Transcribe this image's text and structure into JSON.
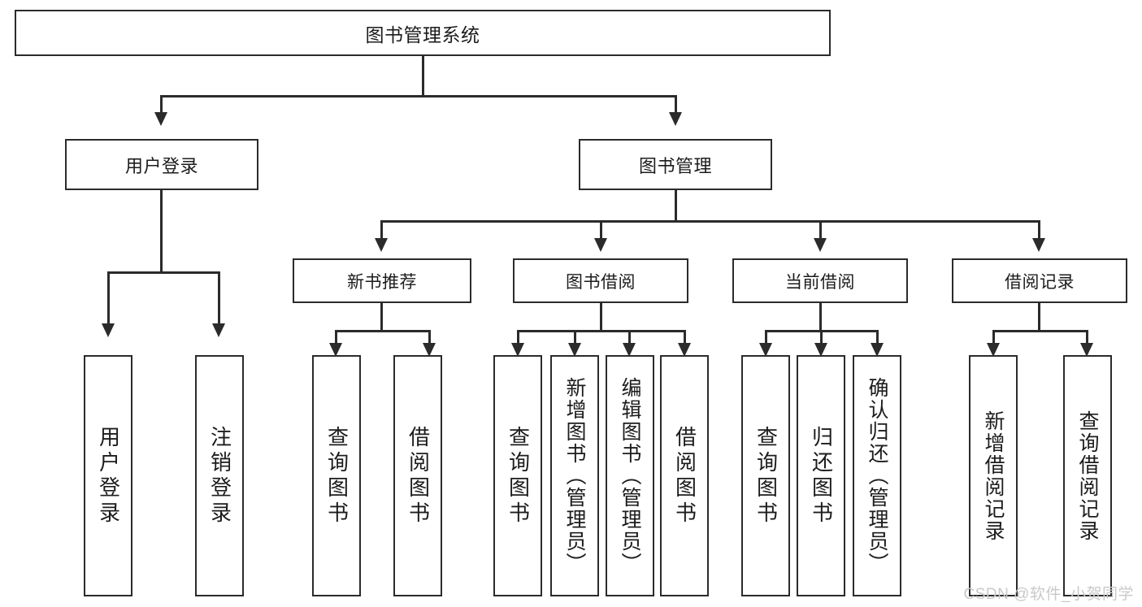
{
  "diagram": {
    "type": "tree-hierarchy",
    "title": "图书管理系统",
    "root": {
      "label": "图书管理系统"
    },
    "level1": [
      {
        "id": "user-login",
        "label": "用户登录"
      },
      {
        "id": "book-management",
        "label": "图书管理"
      }
    ],
    "level2": [
      {
        "id": "new-book-recommend",
        "label": "新书推荐",
        "parent": "book-management"
      },
      {
        "id": "book-borrow",
        "label": "图书借阅",
        "parent": "book-management"
      },
      {
        "id": "current-borrow",
        "label": "当前借阅",
        "parent": "book-management"
      },
      {
        "id": "borrow-record",
        "label": "借阅记录",
        "parent": "book-management"
      }
    ],
    "leaves": {
      "user-login": [
        {
          "id": "leaf-user-login",
          "label": "用户登录"
        },
        {
          "id": "leaf-user-logout",
          "label": "注销登录"
        }
      ],
      "new-book-recommend": [
        {
          "id": "leaf-query-book-1",
          "label": "查询图书"
        },
        {
          "id": "leaf-borrow-book-1",
          "label": "借阅图书"
        }
      ],
      "book-borrow": [
        {
          "id": "leaf-query-book-2",
          "label": "查询图书"
        },
        {
          "id": "leaf-add-book-admin",
          "label": "新增图书（管理员）"
        },
        {
          "id": "leaf-edit-book-admin",
          "label": "编辑图书（管理员）"
        },
        {
          "id": "leaf-borrow-book-2",
          "label": "借阅图书"
        }
      ],
      "current-borrow": [
        {
          "id": "leaf-query-book-3",
          "label": "查询图书"
        },
        {
          "id": "leaf-return-book",
          "label": "归还图书"
        },
        {
          "id": "leaf-confirm-return-admin",
          "label": "确认归还（管理员）"
        }
      ],
      "borrow-record": [
        {
          "id": "leaf-add-borrow-record",
          "label": "新增借阅记录"
        },
        {
          "id": "leaf-query-borrow-record",
          "label": "查询借阅记录"
        }
      ]
    },
    "watermark": "CSDN @软件_小贺同学",
    "colors": {
      "stroke": "#2b2b2b",
      "fill": "#ffffff",
      "text": "#1c1c1c",
      "watermark": "#c9c9c9"
    }
  }
}
